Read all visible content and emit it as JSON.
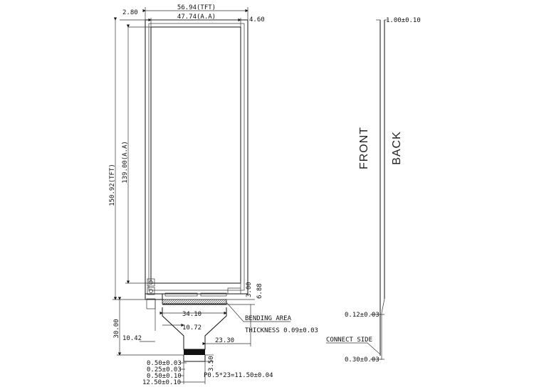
{
  "front_view": {
    "width_tft": "56.94(TFT)",
    "width_aa": "47.74(A.A)",
    "top_margin": "2.80",
    "right_margin": "4.60",
    "height_tft": "150.92(TFT)",
    "height_aa": "139.00(A.A)",
    "bottom_dim_a": "3.00",
    "bottom_dim_b": "6.88",
    "fpc_width_top": "34.10",
    "fpc_width_mid": "10.72",
    "fpc_offset": "23.30",
    "fpc_left": "10.42",
    "fpc_length": "30.00",
    "fpc_tail": "3.50",
    "bending_area": "BENDING AREA",
    "thickness": "THICKNESS 0.09±0.03",
    "pin_dims": [
      "0.50±0.03",
      "0.25±0.03",
      "0.50±0.10",
      "12.50±0.10"
    ],
    "pitch": "P0.5*23=11.50±0.04"
  },
  "side_view": {
    "thickness": "1.00±0.10",
    "front_label": "FRONT",
    "back_label": "BACK",
    "fpc_thickness": "0.12±0.03",
    "connect_side": "CONNECT SIDE",
    "contact_thickness": "0.30±0.03"
  }
}
